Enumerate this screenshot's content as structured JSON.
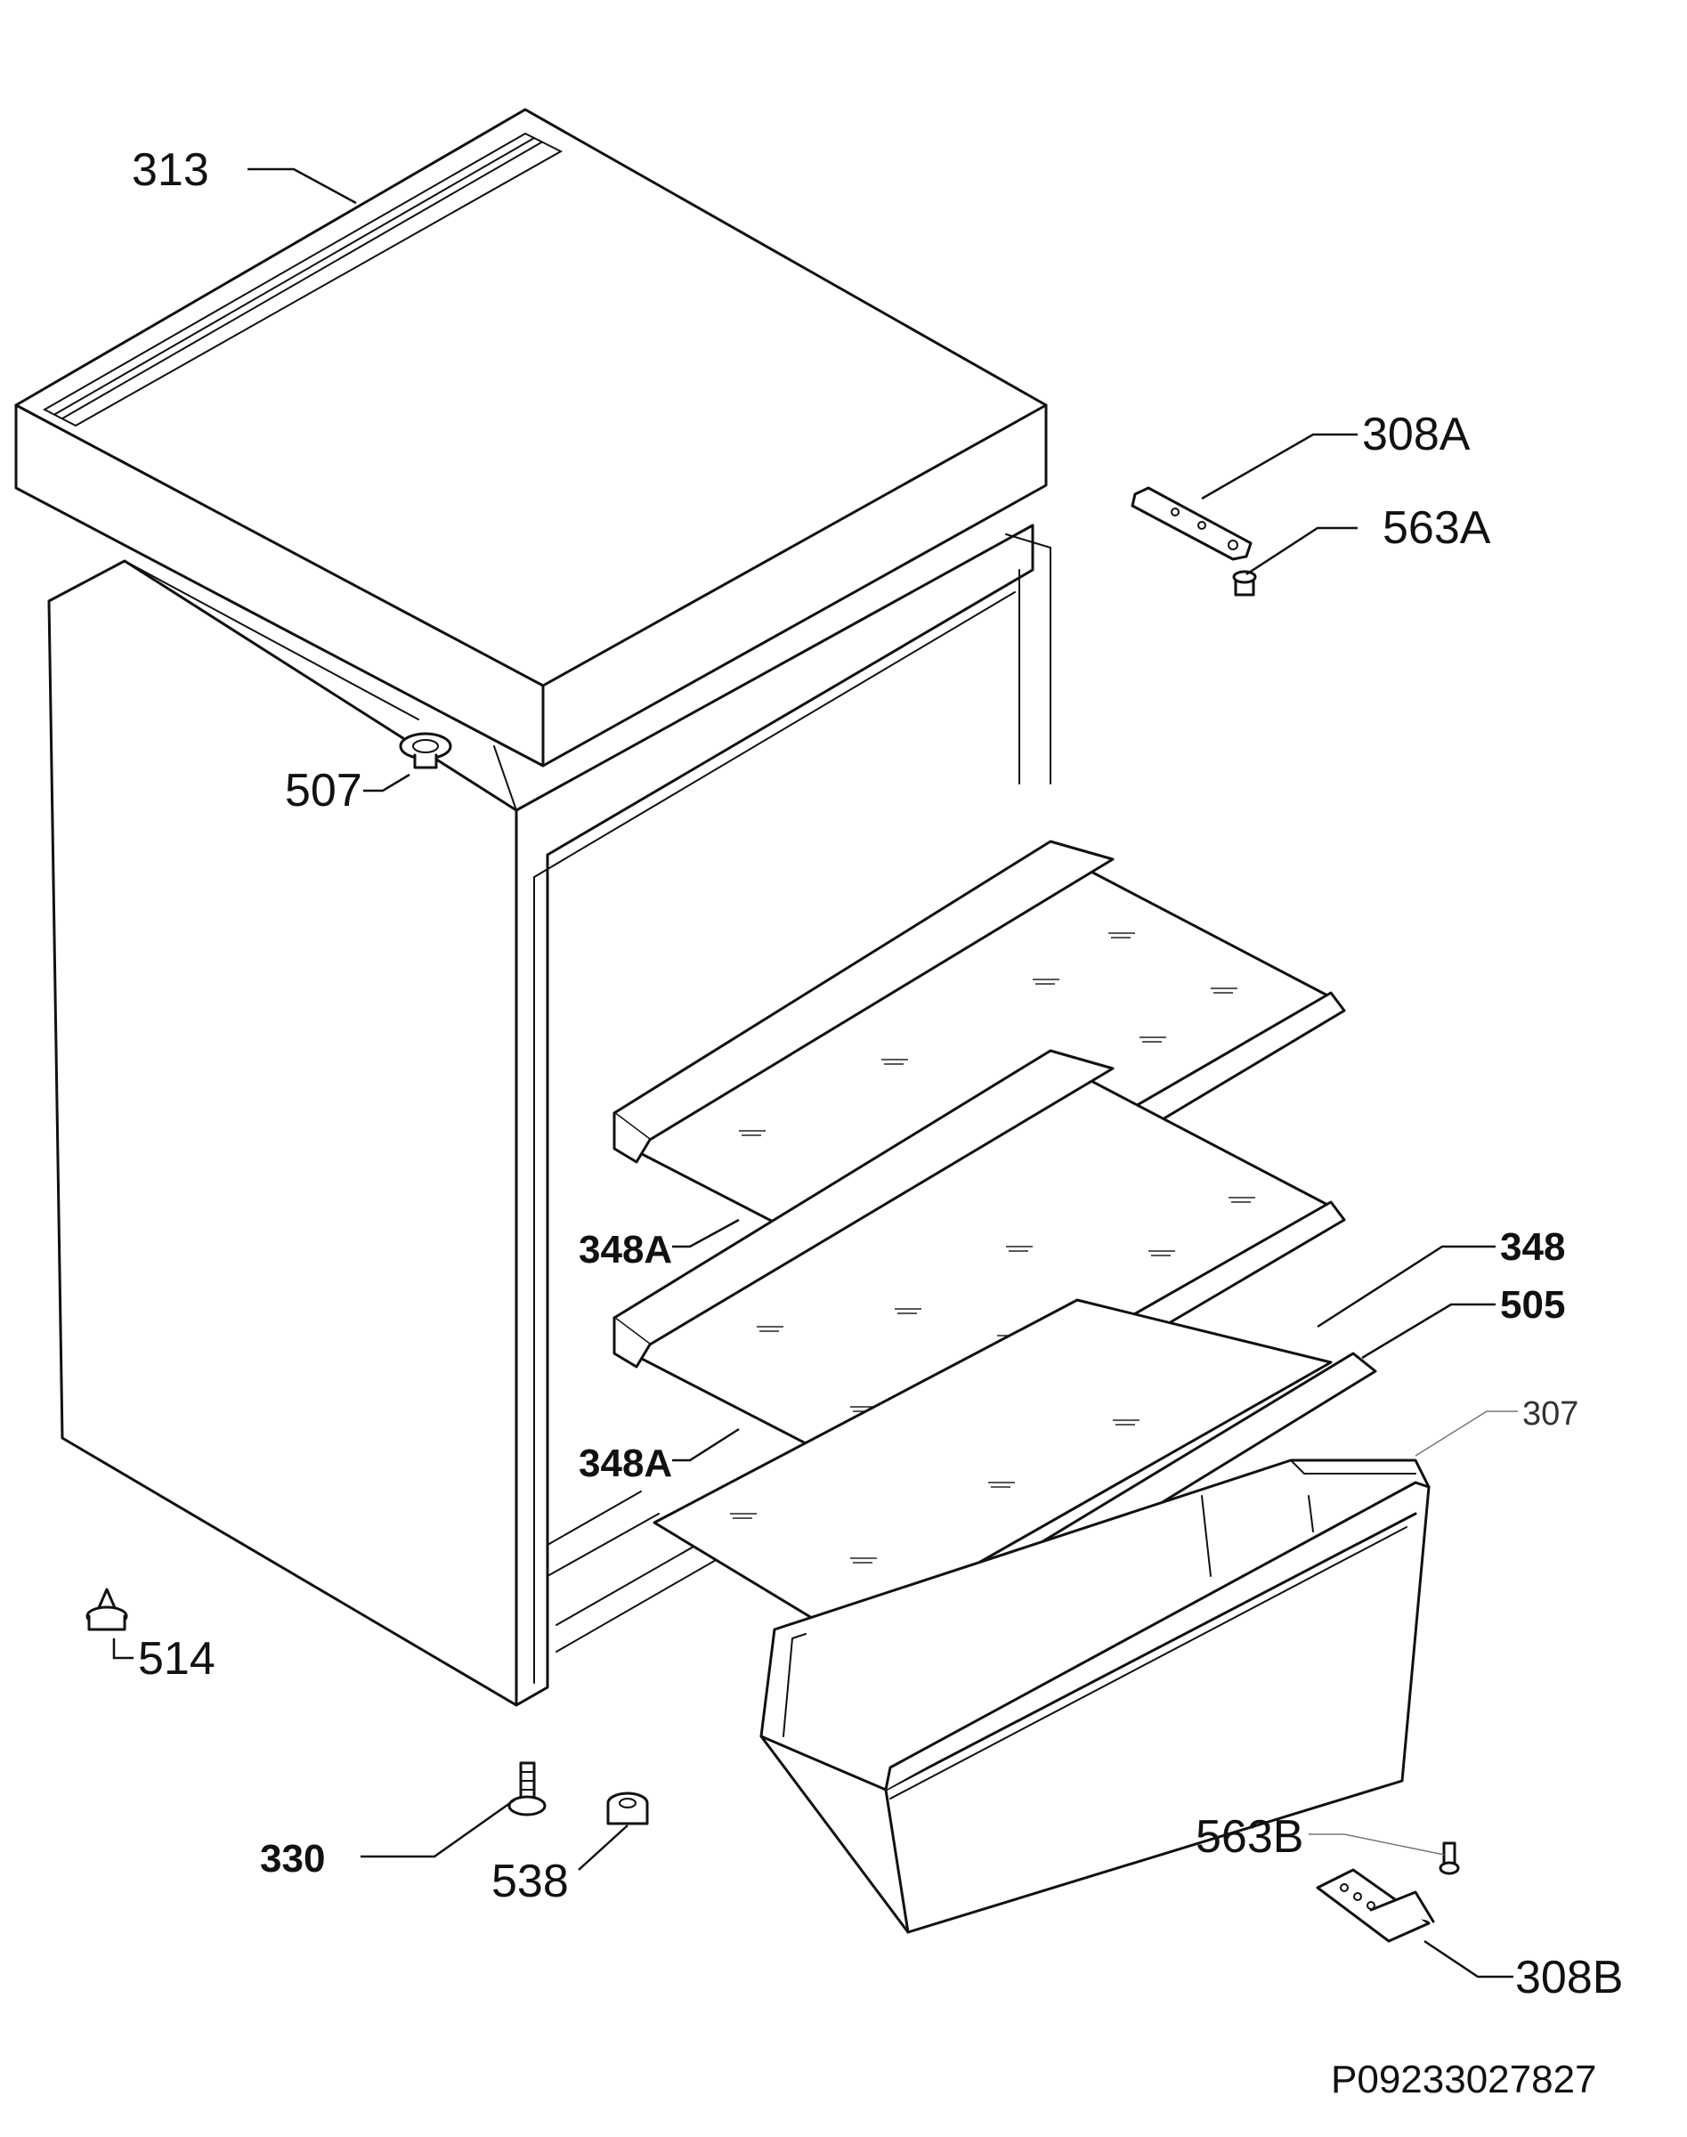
{
  "callouts": {
    "p313": "313",
    "p308A": "308A",
    "p563A": "563A",
    "p507": "507",
    "p348A_upper": "348A",
    "p348": "348",
    "p505": "505",
    "p307": "307",
    "p348A_lower": "348A",
    "p514": "514",
    "p330": "330",
    "p538": "538",
    "p563B": "563B",
    "p308B": "308B"
  },
  "drawing_code": "P09233027827"
}
